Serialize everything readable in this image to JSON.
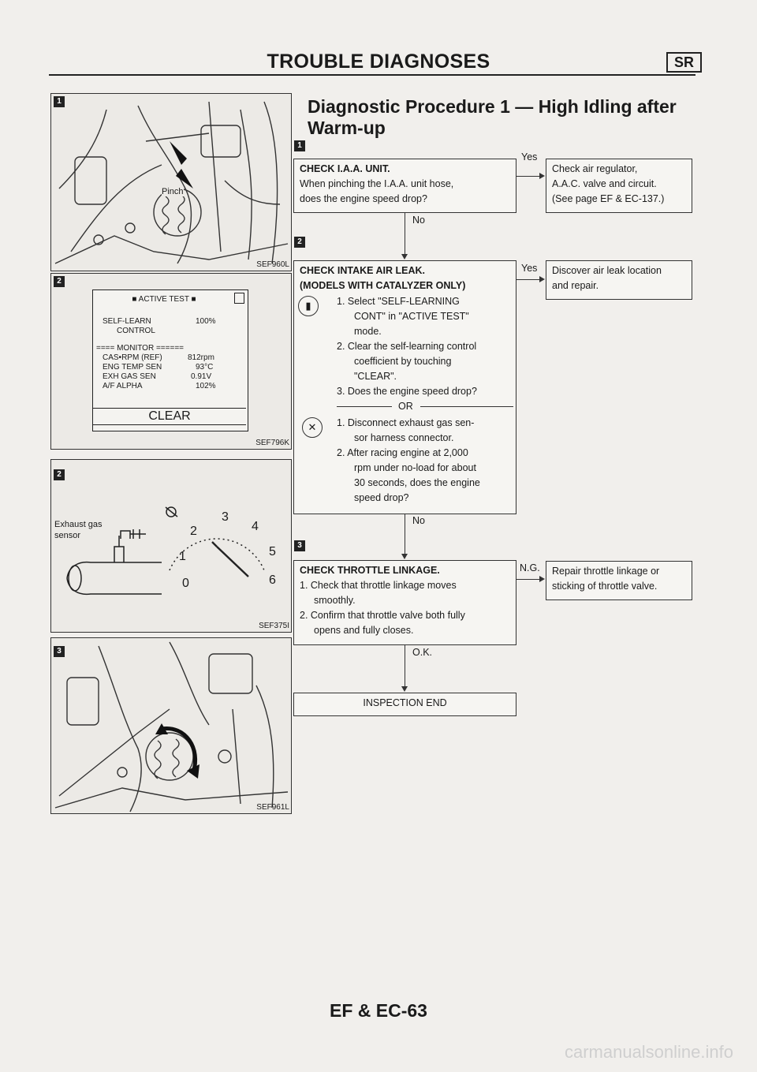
{
  "header": {
    "title": "TROUBLE DIAGNOSES",
    "badge": "SR"
  },
  "procedure_title_line1": "Diagnostic Procedure 1 — High Idling after",
  "procedure_title_line2": "Warm-up",
  "panels": {
    "p1": {
      "number": "1",
      "code": "SEF960L",
      "pinch_label": "Pinch"
    },
    "p2": {
      "number": "2",
      "code": "SEF796K",
      "screen_title": "ACTIVE TEST",
      "self_learn": "SELF-LEARN",
      "control": "CONTROL",
      "self_learn_value": "100%",
      "monitor": "MONITOR",
      "rows": [
        {
          "label": "CAS•RPM (REF)",
          "value": "812rpm"
        },
        {
          "label": "ENG TEMP SEN",
          "value": "93°C"
        },
        {
          "label": "EXH GAS SEN",
          "value": "0.91V"
        },
        {
          "label": "A/F ALPHA",
          "value": "102%"
        }
      ],
      "clear_button": "CLEAR"
    },
    "p3": {
      "number": "2",
      "code": "SEF375I",
      "exhaust_label_1": "Exhaust gas",
      "exhaust_label_2": "sensor",
      "gauge_ticks": [
        "0",
        "1",
        "2",
        "3",
        "4",
        "5",
        "6"
      ]
    },
    "p4": {
      "number": "3",
      "code": "SEF961L"
    }
  },
  "flow": {
    "step_markers": [
      "1",
      "2",
      "3"
    ],
    "box1": {
      "title": "CHECK I.A.A. UNIT.",
      "text1": "When pinching the I.A.A. unit hose,",
      "text2": "does the engine speed drop?"
    },
    "box1_yes_label": "Yes",
    "box1_yes_line1": "Check air regulator,",
    "box1_yes_line2": "A.A.C. valve and circuit.",
    "box1_yes_line3": "(See page EF & EC-137.)",
    "no_label_1": "No",
    "box2": {
      "title1": "CHECK INTAKE AIR LEAK.",
      "title2": "(MODELS WITH CATALYZER ONLY)",
      "a1": "1.  Select \"SELF-LEARNING",
      "a2": "CONT\" in \"ACTIVE TEST\"",
      "a3": "mode.",
      "a4": "2.  Clear the self-learning control",
      "a5": "coefficient by touching",
      "a6": "\"CLEAR\".",
      "a7": "3.  Does the engine speed drop?",
      "or": "OR",
      "b1": "1.  Disconnect exhaust gas sen-",
      "b2": "sor harness connector.",
      "b3": "2.  After racing engine at 2,000",
      "b4": "rpm under no-load for about",
      "b5": "30 seconds, does the engine",
      "b6": "speed drop?"
    },
    "box2_yes_label": "Yes",
    "box2_yes_line1": "Discover air leak location",
    "box2_yes_line2": "and repair.",
    "no_label_2": "No",
    "box3": {
      "title": "CHECK THROTTLE LINKAGE.",
      "c1": "1.  Check that throttle linkage moves",
      "c2": "smoothly.",
      "c3": "2.  Confirm that throttle valve both fully",
      "c4": "opens and fully closes."
    },
    "box3_ng_label": "N.G.",
    "box3_ng_line1": "Repair throttle linkage or",
    "box3_ng_line2": "sticking of throttle valve.",
    "ok_label": "O.K.",
    "end": "INSPECTION END"
  },
  "footer": "EF & EC-63",
  "watermark": "carmanualsonline.info"
}
